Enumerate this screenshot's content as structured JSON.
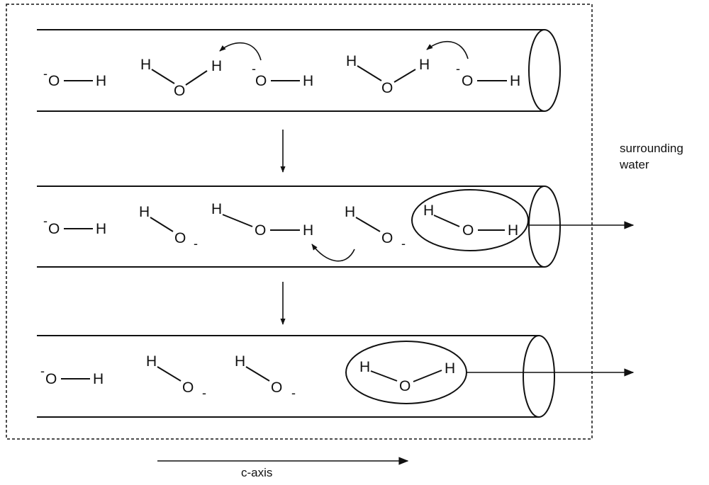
{
  "atoms": {
    "oxygen": "O",
    "hydrogen": "H",
    "charge": "-"
  },
  "labels": {
    "surrounding_line1": "surrounding",
    "surrounding_line2": "water",
    "axis": "c-axis"
  },
  "colors": {
    "ink": "#111111",
    "background": "#ffffff"
  }
}
